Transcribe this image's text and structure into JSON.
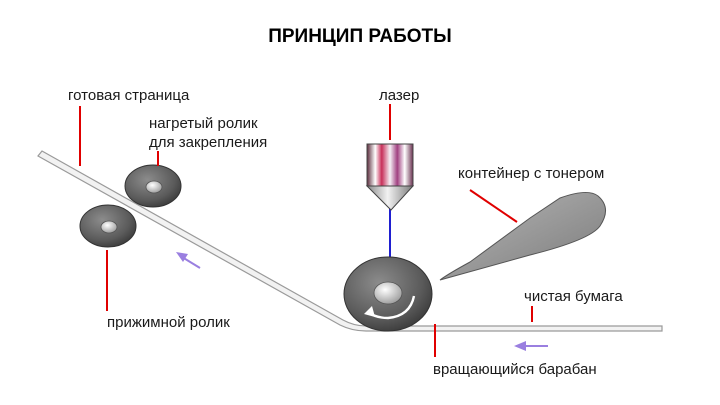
{
  "title": "ПРИНЦИП РАБОТЫ",
  "labels": {
    "finished_page": "готовая страница",
    "laser": "лазер",
    "heated_roller_line1": "нагретый ролик",
    "heated_roller_line2": "для закрепления",
    "toner_container": "контейнер с тонером",
    "pressure_roller": "прижимной ролик",
    "clean_paper": "чистая бумага",
    "rotating_drum": "вращающийся барабан"
  },
  "colors": {
    "leader_line": "#e00000",
    "laser_beam": "#1f1fd0",
    "arrow": "#9a7fe0",
    "roller": "#5f5f5f",
    "toner": "#9e9e9e"
  },
  "icons": [
    "laser-emitter-icon",
    "rotation-arrow-icon",
    "direction-arrow-icon"
  ]
}
